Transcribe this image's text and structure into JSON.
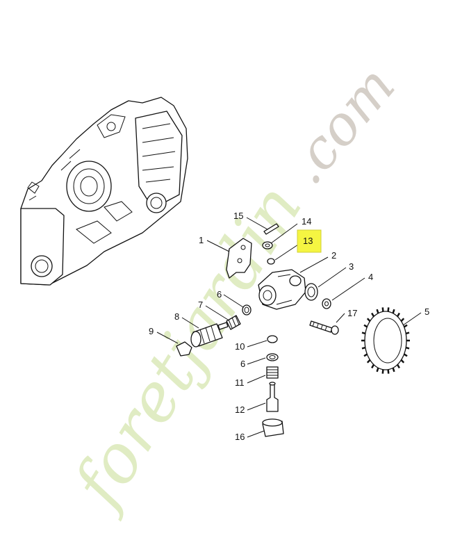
{
  "diagram": {
    "callouts": [
      {
        "id": "1",
        "label": "1"
      },
      {
        "id": "2",
        "label": "2"
      },
      {
        "id": "3",
        "label": "3"
      },
      {
        "id": "4",
        "label": "4"
      },
      {
        "id": "5",
        "label": "5"
      },
      {
        "id": "6a",
        "label": "6"
      },
      {
        "id": "6b",
        "label": "6"
      },
      {
        "id": "7",
        "label": "7"
      },
      {
        "id": "8",
        "label": "8"
      },
      {
        "id": "9",
        "label": "9"
      },
      {
        "id": "10",
        "label": "10"
      },
      {
        "id": "11",
        "label": "11"
      },
      {
        "id": "12",
        "label": "12"
      },
      {
        "id": "13",
        "label": "13"
      },
      {
        "id": "14",
        "label": "14"
      },
      {
        "id": "15",
        "label": "15"
      },
      {
        "id": "16",
        "label": "16"
      },
      {
        "id": "17",
        "label": "17"
      }
    ],
    "highlight": {
      "label": "13",
      "color": "#f5f542"
    }
  },
  "watermark": {
    "brand_main": "foretjardin",
    "brand_suffix": ".com",
    "color_main": "#d6e6b0",
    "color_suffix": "#c8bfb6",
    "color_accent": "#f2c79a"
  }
}
